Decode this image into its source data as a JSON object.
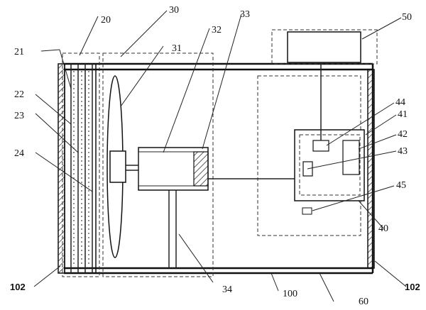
{
  "labels": {
    "l20": "20",
    "l30": "30",
    "l33": "33",
    "l32": "32",
    "l31": "31",
    "l21": "21",
    "l22": "22",
    "l23": "23",
    "l24": "24",
    "l50": "50",
    "l44": "44",
    "l41": "41",
    "l42": "42",
    "l43": "43",
    "l45": "45",
    "l40": "40",
    "l34": "34",
    "l100": "100",
    "l60": "60",
    "l102_left": "102",
    "l102_right": "102"
  }
}
